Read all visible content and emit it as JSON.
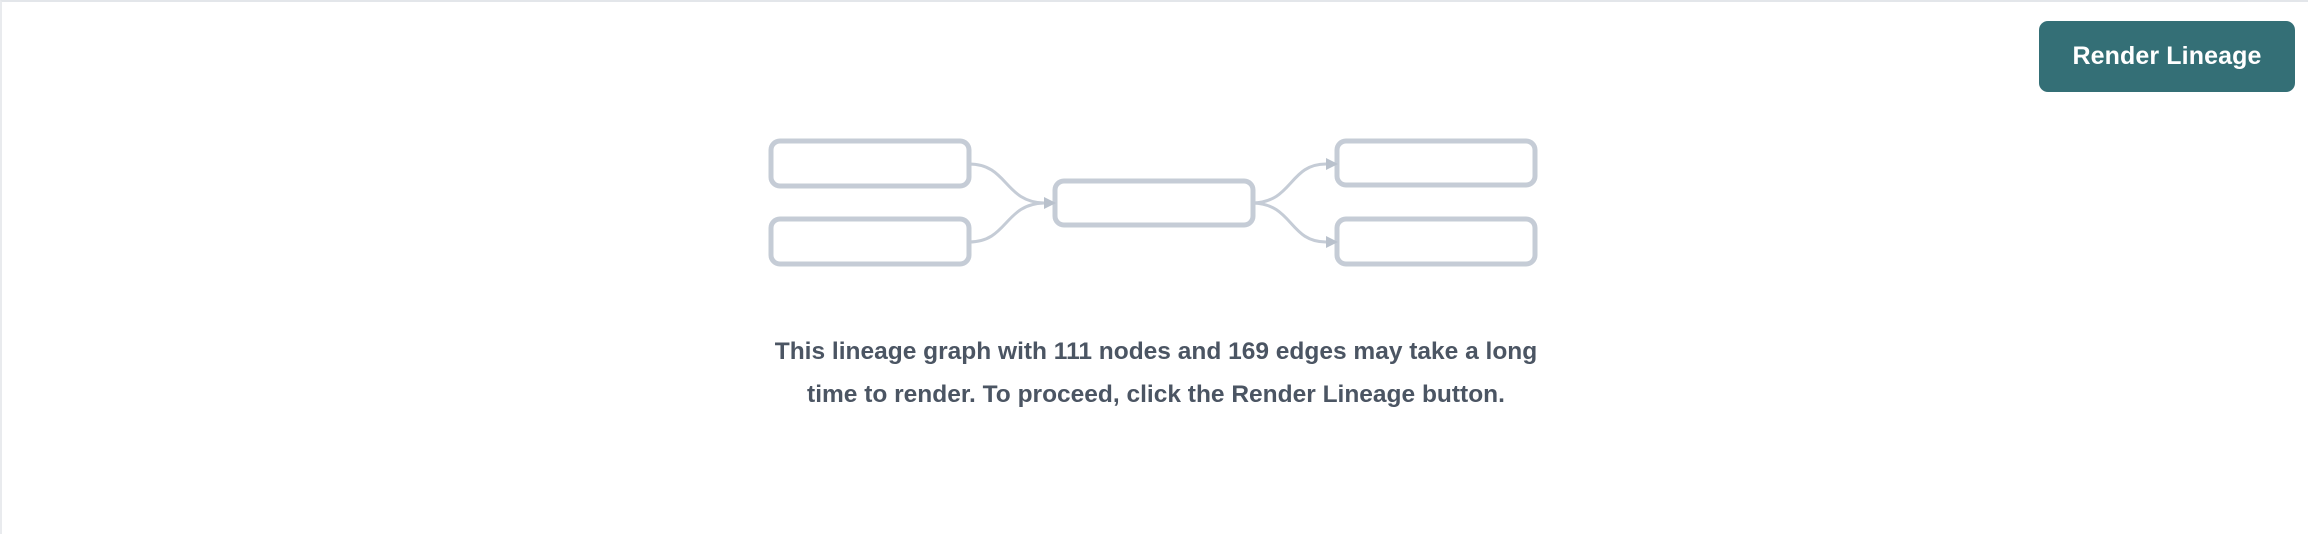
{
  "page": {
    "background_color": "#ffffff",
    "border_color": "#e3e6ea"
  },
  "toolbar": {
    "render_button_label": "Render Lineage",
    "render_button_color": "#346f76",
    "render_button_text_color": "#ffffff"
  },
  "placeholder": {
    "message": "This lineage graph with 111 nodes and 169 edges may take a long time to render. To proceed, click the Render Lineage button.",
    "message_color": "#4b5563",
    "node_count": 111,
    "edge_count": 169,
    "illustration": {
      "name": "lineage-graph-illustration",
      "node_stroke_color": "#c5ccd6",
      "edge_stroke_color": "#c5ccd6",
      "nodes": [
        {
          "id": "upstream-1",
          "column": "left",
          "row": "top"
        },
        {
          "id": "upstream-2",
          "column": "left",
          "row": "bottom"
        },
        {
          "id": "focus",
          "column": "center",
          "row": "middle"
        },
        {
          "id": "downstream-1",
          "column": "right",
          "row": "top"
        },
        {
          "id": "downstream-2",
          "column": "right",
          "row": "bottom"
        }
      ],
      "edges": [
        {
          "from": "upstream-1",
          "to": "focus"
        },
        {
          "from": "upstream-2",
          "to": "focus"
        },
        {
          "from": "focus",
          "to": "downstream-1"
        },
        {
          "from": "focus",
          "to": "downstream-2"
        }
      ]
    }
  }
}
